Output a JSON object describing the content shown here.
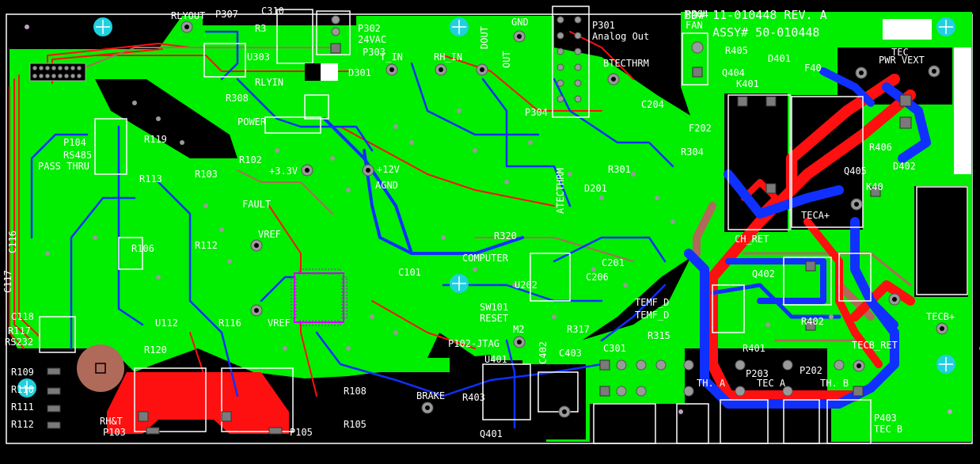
{
  "board": {
    "board_id": "BD# 11-010448 REV. A",
    "assy_id": "ASSY# 50-010448",
    "colors": {
      "background": "#000000",
      "copper_top": "#00ee00",
      "copper_bottom": "#1030ff",
      "trace_red": "#ff1010",
      "trace_brown": "#b06a5a",
      "silkscreen": "#ffffff",
      "mounting_hole": "#20d0e0"
    }
  },
  "labels": {
    "rlyout": "RLYOUT",
    "p307": "P307",
    "c310": "C310",
    "r3": "R3",
    "p302": "P302",
    "vac24": "24VAC",
    "u303": "U303",
    "rlyin": "RLYIN",
    "d301": "D301",
    "gnd": "GND",
    "dout": "DOUT",
    "out": "OUT",
    "p301": "P301",
    "analog_out": "Analog Out",
    "t_in": "T_IN",
    "rh_in": "RH_IN",
    "btecthrm": "BTECTHRM",
    "p404": "P404",
    "fan": "FAN",
    "r405": "R405",
    "d401": "D401",
    "q404": "Q404",
    "k401": "K401",
    "f40": "F40",
    "tec": "TEC",
    "pwr_vext": "PWR VEXT",
    "r308": "R308",
    "power": "POWER",
    "p304": "P304",
    "p104": "P104",
    "rs485": "RS485",
    "pass_thru": "PASS THRU",
    "r119": "R119",
    "r103": "R103",
    "r102": "R102",
    "v33": "+3.3V",
    "v12": "+12V",
    "agnd": "AGND",
    "fault": "FAULT",
    "r406": "R406",
    "d402": "D402",
    "q405": "Q405",
    "k40": "K40",
    "teca_plus": "TECA+",
    "ch_ret": "CH_RET",
    "q402": "Q402",
    "computer": "COMPUTER",
    "c101": "C101",
    "u202": "U202",
    "r320": "R320",
    "atecthrm": "ATECTHRM",
    "d201": "D201",
    "c206": "C206",
    "c201": "C201",
    "c204": "C204",
    "r112": "R112",
    "r113": "R113",
    "r106": "R106",
    "u112": "U112",
    "vref": "VREF",
    "r116": "R116",
    "sw101": "SW101",
    "reset": "RESET",
    "p102_jtag": "P102-JTAG",
    "m2": "M2",
    "r317": "R317",
    "tecb_plus": "TECB+",
    "tecb_ret": "TECB_RET",
    "r402": "R402",
    "r401": "R401",
    "brake": "BRAKE",
    "u401": "U401",
    "c402": "C402",
    "c403": "C403",
    "r403": "R403",
    "q401": "Q401",
    "r108": "R108",
    "r105": "R105",
    "r120": "R120",
    "rh_t": "RH&T",
    "p103": "P103",
    "p105": "P105",
    "c116": "C116",
    "c117": "C117",
    "c118": "C118",
    "r117": "R117",
    "rs232": "RS232",
    "r109": "R109",
    "r110": "R110",
    "r111": "R111",
    "r112b": "R112",
    "p202": "P202",
    "p203": "P203",
    "p403": "P403",
    "tec_b": "TEC B",
    "tec_a": "TEC A",
    "th_a": "TH. A",
    "th_b": "TH. B",
    "r301": "R301",
    "f202": "F202",
    "r304": "R304",
    "p303": "P303",
    "c301": "C301",
    "tempf_d": "TEMF_D",
    "temf_d2": "TEMF_D",
    "r315": "R315"
  }
}
